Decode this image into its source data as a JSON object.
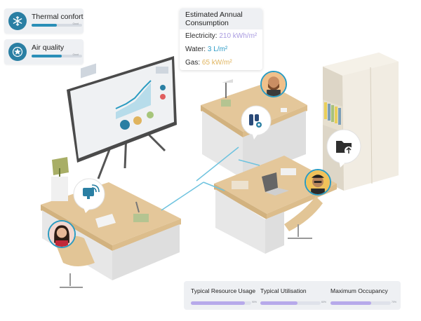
{
  "status_cards": [
    {
      "label": "Thermal confort",
      "icon": "snowflake-icon",
      "level": 0.5,
      "caption": "Good"
    },
    {
      "label": "Air quality",
      "icon": "air-quality-icon",
      "level": 0.6,
      "caption": "Good"
    }
  ],
  "consumption": {
    "title": "Estimated Annual Consumption",
    "items": [
      {
        "label": "Electricity:",
        "value": "210 kWh/m²",
        "color": "#a99be0"
      },
      {
        "label": "Water:",
        "value": "3 L/m²",
        "color": "#2d9bc6"
      },
      {
        "label": "Gas:",
        "value": "65 kW/m²",
        "color": "#e0b45e"
      }
    ]
  },
  "metrics": [
    {
      "label": "Typical Resource Usage",
      "level": 0.9,
      "pct": "90%"
    },
    {
      "label": "Typical Utilisation",
      "level": 0.62,
      "pct": "60%"
    },
    {
      "label": "Maximum Occupancy",
      "level": 0.68,
      "pct": "70%"
    }
  ],
  "colors": {
    "accent": "#2a8fb8",
    "card_bg": "#eef0f3",
    "metric_fill": "#b7a9ea",
    "desk_wood": "#e4c79a",
    "desk_body": "#e7e7e7"
  }
}
